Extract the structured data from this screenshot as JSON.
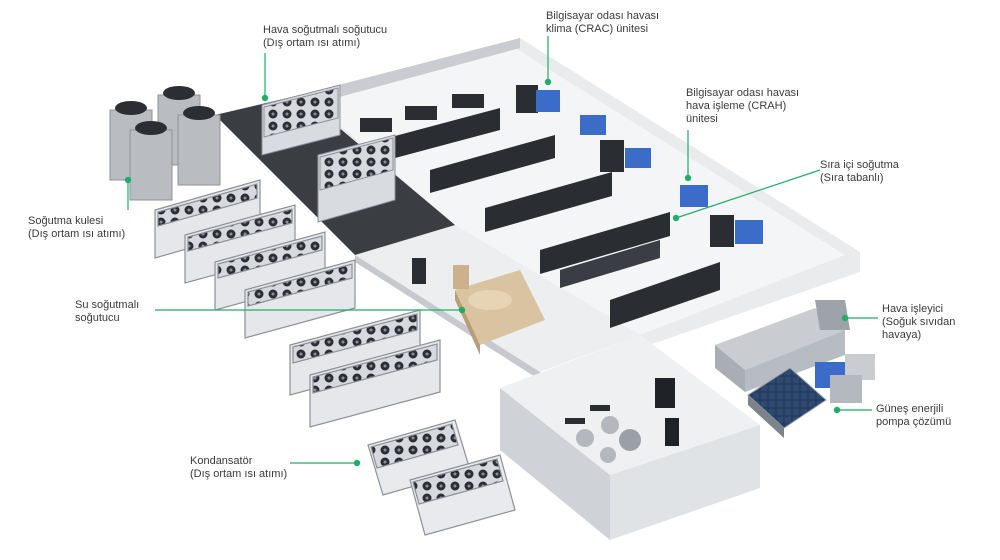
{
  "accent_color": "#1fae6a",
  "labels": {
    "air_chiller": "Hava soğutmalı soğutucu\n(Dış ortam ısı atımı)",
    "crac": "Bilgisayar odası havası\nklima (CRAC) ünitesi",
    "crah": "Bilgisayar odası havası\nhava işleme (CRAH)\nünitesi",
    "in_row": "Sıra içi soğutma\n(Sıra tabanlı)",
    "cooling_tower": "Soğutma kulesi\n(Dış ortam ısı atımı)",
    "water_chiller": "Su soğutmalı\nsoğutucu",
    "air_handler": "Hava işleyici\n(Soğuk sıvıdan\nhavaya)",
    "solar_pump": "Güneş enerjili\npompa çözümü",
    "condenser": "Kondansatör\n(Dış ortam ısı atımı)"
  }
}
